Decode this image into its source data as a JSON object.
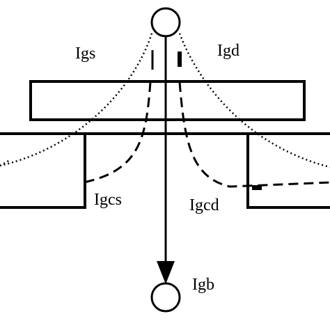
{
  "labels": {
    "igs": "Igs",
    "igd": "Igd",
    "igcs": "Igcs",
    "igcd": "Igcd",
    "igb": "Igb"
  },
  "colors": {
    "ink": "#000000",
    "background": "#ffffff"
  }
}
